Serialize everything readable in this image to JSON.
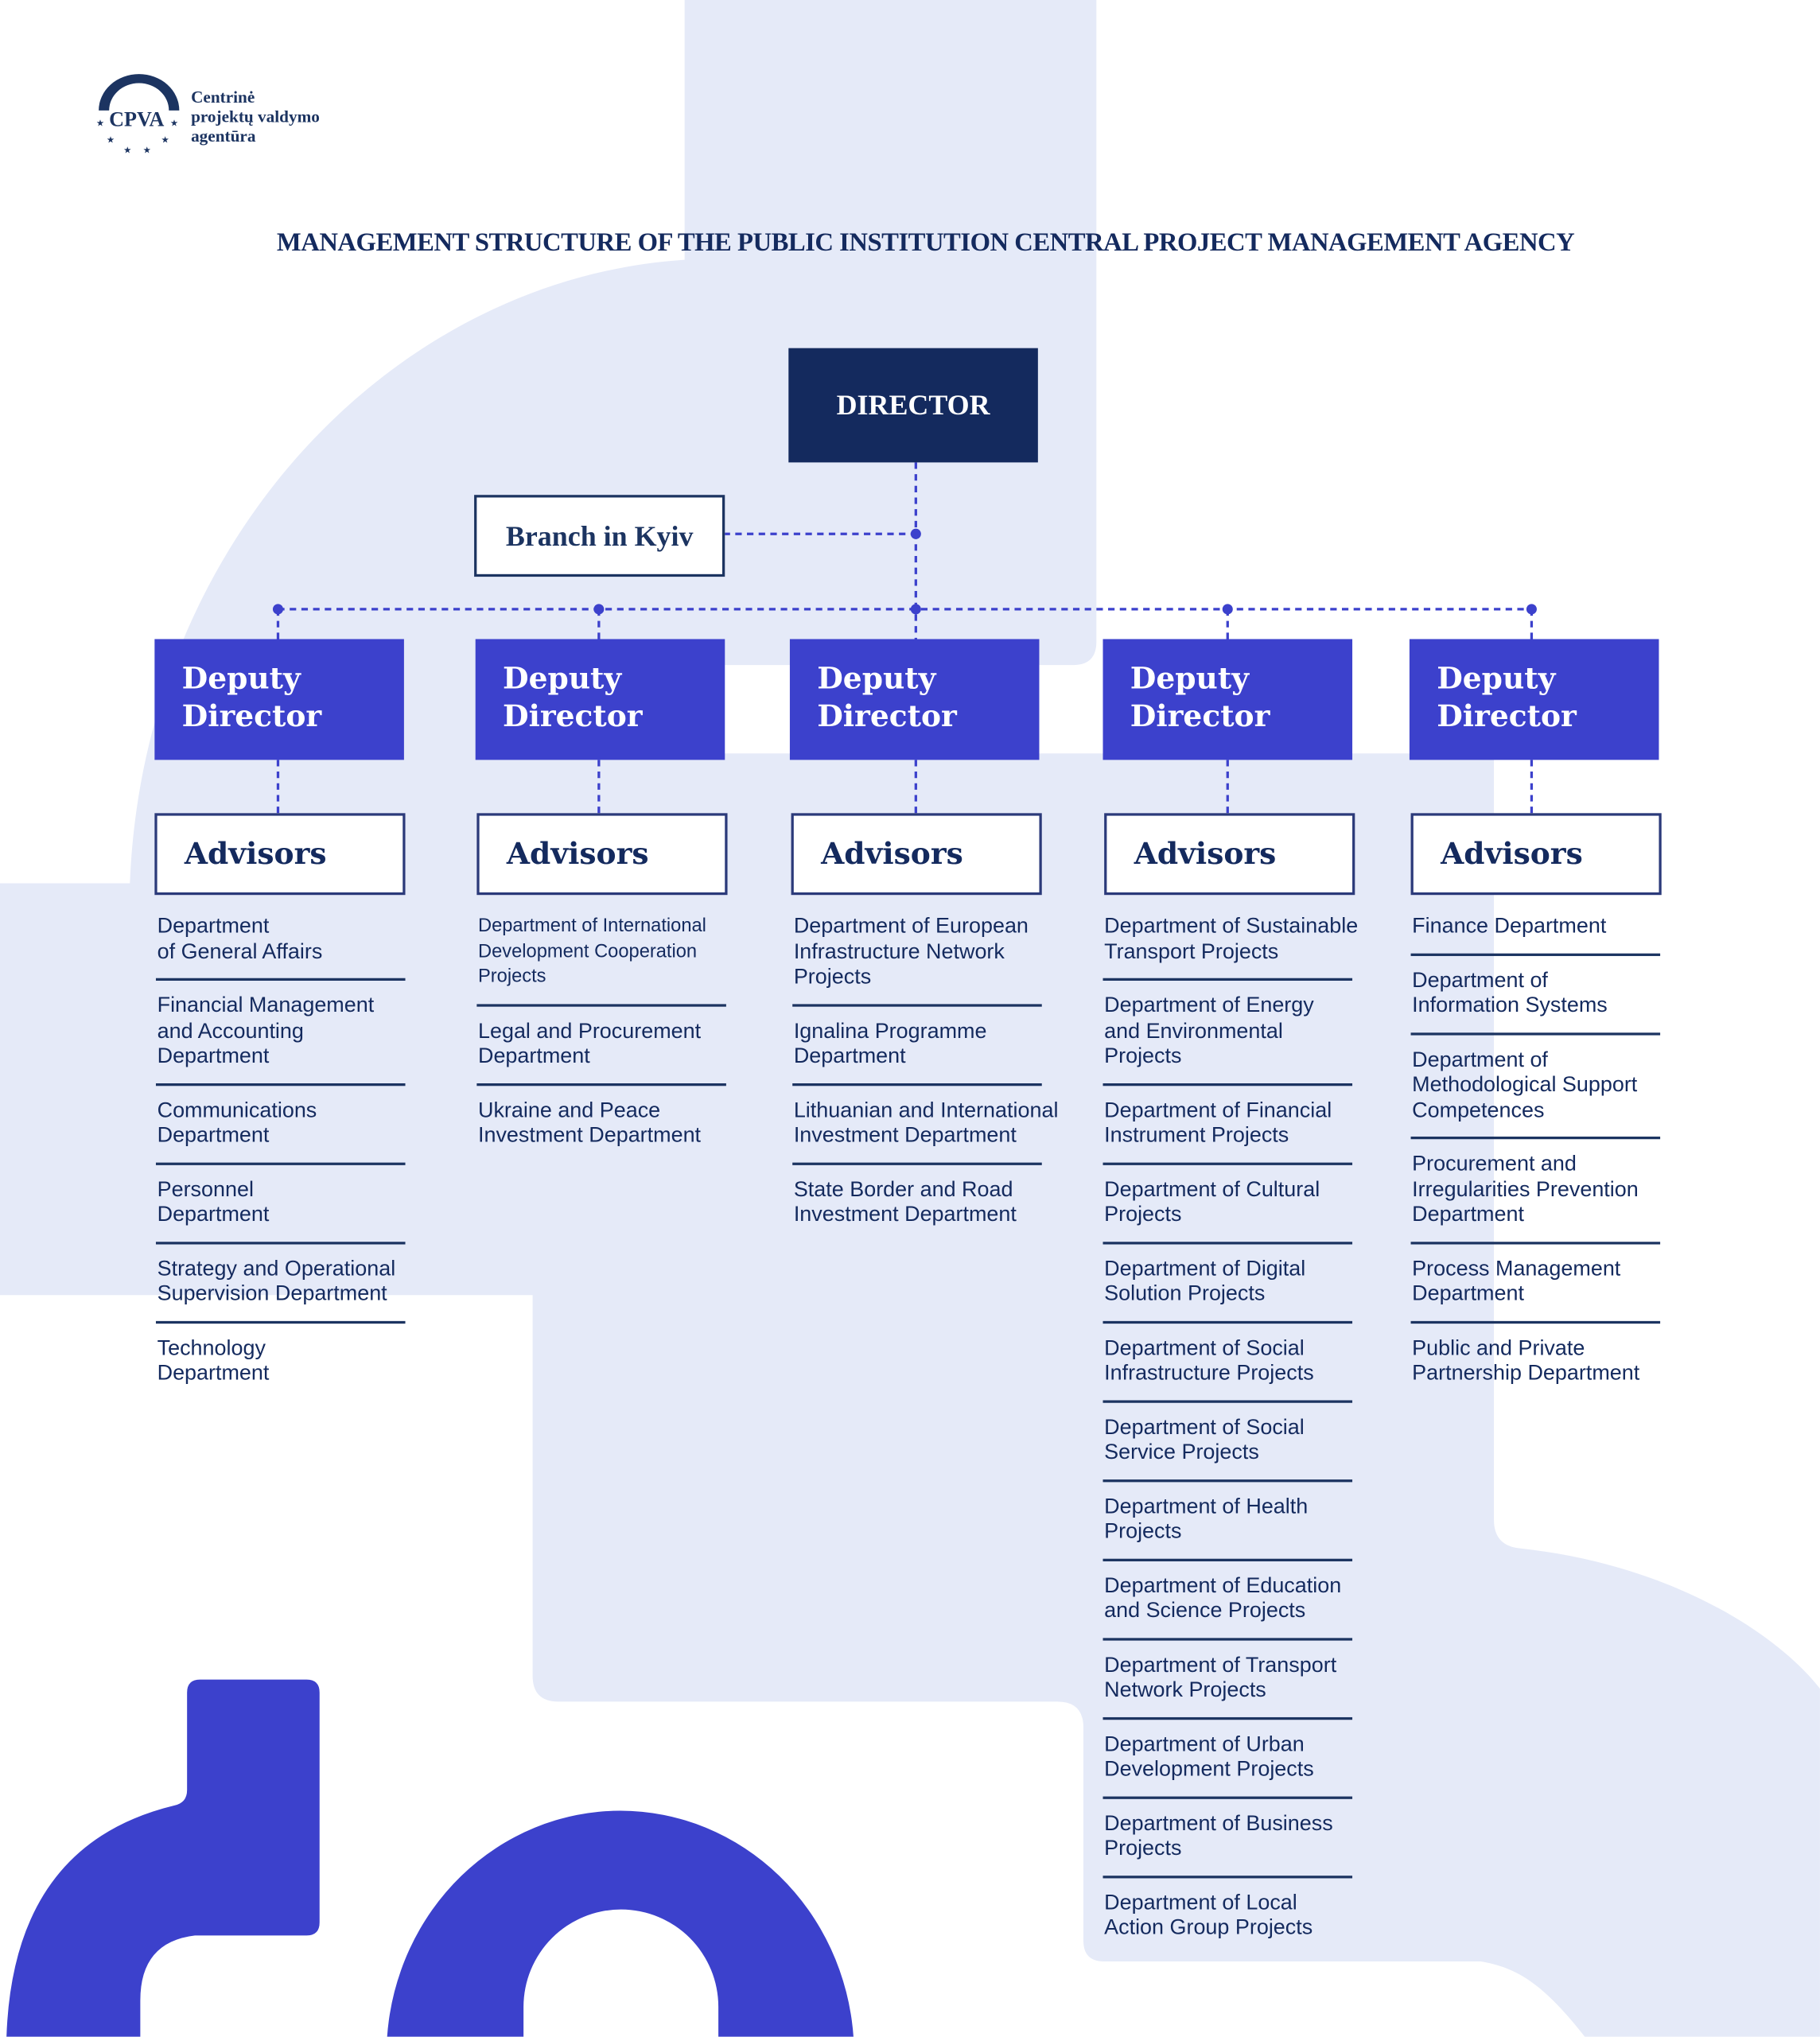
{
  "logo": {
    "abbr": "CPVA",
    "name_lines": [
      "Centrinė",
      "projektų valdymo",
      "agentūra"
    ]
  },
  "title": "MANAGEMENT STRUCTURE OF THE PUBLIC INSTITUTION CENTRAL PROJECT MANAGEMENT AGENCY",
  "director": "DIRECTOR",
  "branch": "Branch in Kyiv",
  "colors": {
    "navy": "#142a5e",
    "accent": "#3c41cc",
    "background_shape": "#e5eaf8"
  },
  "columns": [
    {
      "deputy": [
        "Deputy",
        "Director"
      ],
      "advisors": "Advisors",
      "departments": [
        [
          "Department",
          "of General Affairs"
        ],
        [
          "Financial Management",
          "and Accounting",
          "Department"
        ],
        [
          "Communications",
          "Department"
        ],
        [
          "Personnel",
          "Department"
        ],
        [
          "Strategy and Operational",
          "Supervision Department"
        ],
        [
          "Technology",
          "Department"
        ]
      ]
    },
    {
      "deputy": [
        "Deputy",
        "Director"
      ],
      "advisors": "Advisors",
      "departments": [
        [
          "Department of International",
          "Development Cooperation",
          "Projects"
        ],
        [
          "Legal and Procurement",
          "Department"
        ],
        [
          "Ukraine and Peace",
          "Investment Department"
        ]
      ]
    },
    {
      "deputy": [
        "Deputy",
        "Director"
      ],
      "advisors": "Advisors",
      "departments": [
        [
          "Department of European",
          "Infrastructure Network",
          "Projects"
        ],
        [
          "Ignalina Programme",
          "Department"
        ],
        [
          "Lithuanian and International",
          "Investment Department"
        ],
        [
          "State Border and Road",
          "Investment Department"
        ]
      ]
    },
    {
      "deputy": [
        "Deputy",
        "Director"
      ],
      "advisors": "Advisors",
      "departments": [
        [
          "Department of Sustainable",
          "Transport Projects"
        ],
        [
          "Department of Energy",
          "and Environmental",
          "Projects"
        ],
        [
          "Department of Financial",
          "Instrument Projects"
        ],
        [
          "Department of Cultural",
          "Projects"
        ],
        [
          "Department of Digital",
          "Solution Projects"
        ],
        [
          "Department of Social",
          "Infrastructure Projects"
        ],
        [
          "Department of Social",
          "Service Projects"
        ],
        [
          "Department of Health",
          "Projects"
        ],
        [
          "Department of Education",
          "and Science Projects"
        ],
        [
          "Department of Transport",
          "Network Projects"
        ],
        [
          "Department of Urban",
          "Development Projects"
        ],
        [
          "Department of Business",
          "Projects"
        ],
        [
          "Department of Local",
          "Action Group Projects"
        ]
      ]
    },
    {
      "deputy": [
        "Deputy",
        "Director"
      ],
      "advisors": "Advisors",
      "departments": [
        [
          "Finance Department"
        ],
        [
          "Department of",
          "Information Systems"
        ],
        [
          "Department of",
          "Methodological Support",
          "Competences"
        ],
        [
          "Procurement and",
          "Irregularities Prevention",
          "Department"
        ],
        [
          "Process Management",
          "Department"
        ],
        [
          "Public and Private",
          "Partnership Department"
        ]
      ]
    }
  ]
}
